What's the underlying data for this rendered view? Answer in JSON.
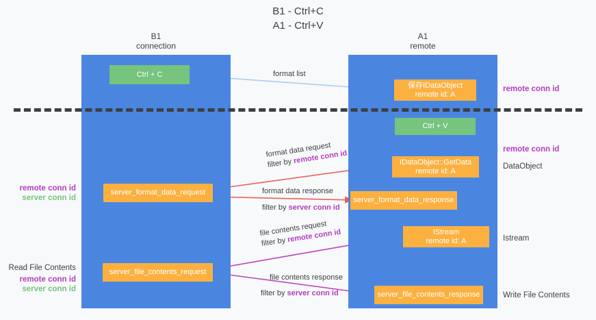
{
  "title": "B1 - Ctrl+C\nA1 - Ctrl+V",
  "columns": {
    "left": {
      "header": "B1\nconnection"
    },
    "right": {
      "header": "A1\nremote"
    }
  },
  "colors": {
    "lane": "#4a86e0",
    "node_green": "#76c47d",
    "node_orange": "#fbb040",
    "divider": "#3c4043",
    "edge_blue": "#a8cdf0",
    "edge_black": "#1a1a1a",
    "edge_red": "#e8615e",
    "edge_magenta": "#c03fc0",
    "key_purple": "#b23fbf",
    "key_green": "#76c47d",
    "background": "#f8f9fa",
    "text": "#3c4043"
  },
  "nodes": {
    "ctrl_c": {
      "label": "Ctrl + C"
    },
    "idataobject": {
      "line1": "保存IDataObject",
      "line2": "remote id: A"
    },
    "ctrl_v": {
      "label": "Ctrl + V"
    },
    "getdata": {
      "line1": "IDataObject::GetData",
      "line2": "remote id: A"
    },
    "format_data_request": {
      "label": "server_format_data_request"
    },
    "format_data_response": {
      "label": "server_format_data_response"
    },
    "istream": {
      "line1": "IStream",
      "line2": "remote id: A"
    },
    "file_contents_request": {
      "label": "server_file_contents_request"
    },
    "file_contents_response": {
      "label": "server_file_contents_response"
    }
  },
  "edges": {
    "format_list": {
      "text": "format list"
    },
    "format_data_request": {
      "text": "format data request",
      "filter_prefix": "filter by ",
      "filter_key": "remote conn id"
    },
    "format_data_response": {
      "text": "format data response",
      "filter_prefix": "filter by ",
      "filter_key": "server conn id"
    },
    "file_contents_request": {
      "text": "file contents request",
      "filter_prefix": "filter by ",
      "filter_key": "remote conn id"
    },
    "file_contents_response": {
      "text": "file contents response",
      "filter_prefix": "filter by ",
      "filter_key": "server conn id"
    }
  },
  "annotations": {
    "right": {
      "remote_conn_id_top": "remote conn id",
      "remote_conn_id_middle": "remote conn id",
      "dataobject": "DataObject",
      "istream": "Istream",
      "write_file_contents": "Write File Contents"
    },
    "left": {
      "remote_conn_id_mid": "remote conn id",
      "server_conn_id_mid": "server conn id",
      "read_file_contents": "Read File Contents",
      "remote_conn_id_bot": "remote conn id",
      "server_conn_id_bot": "server conn id"
    }
  }
}
